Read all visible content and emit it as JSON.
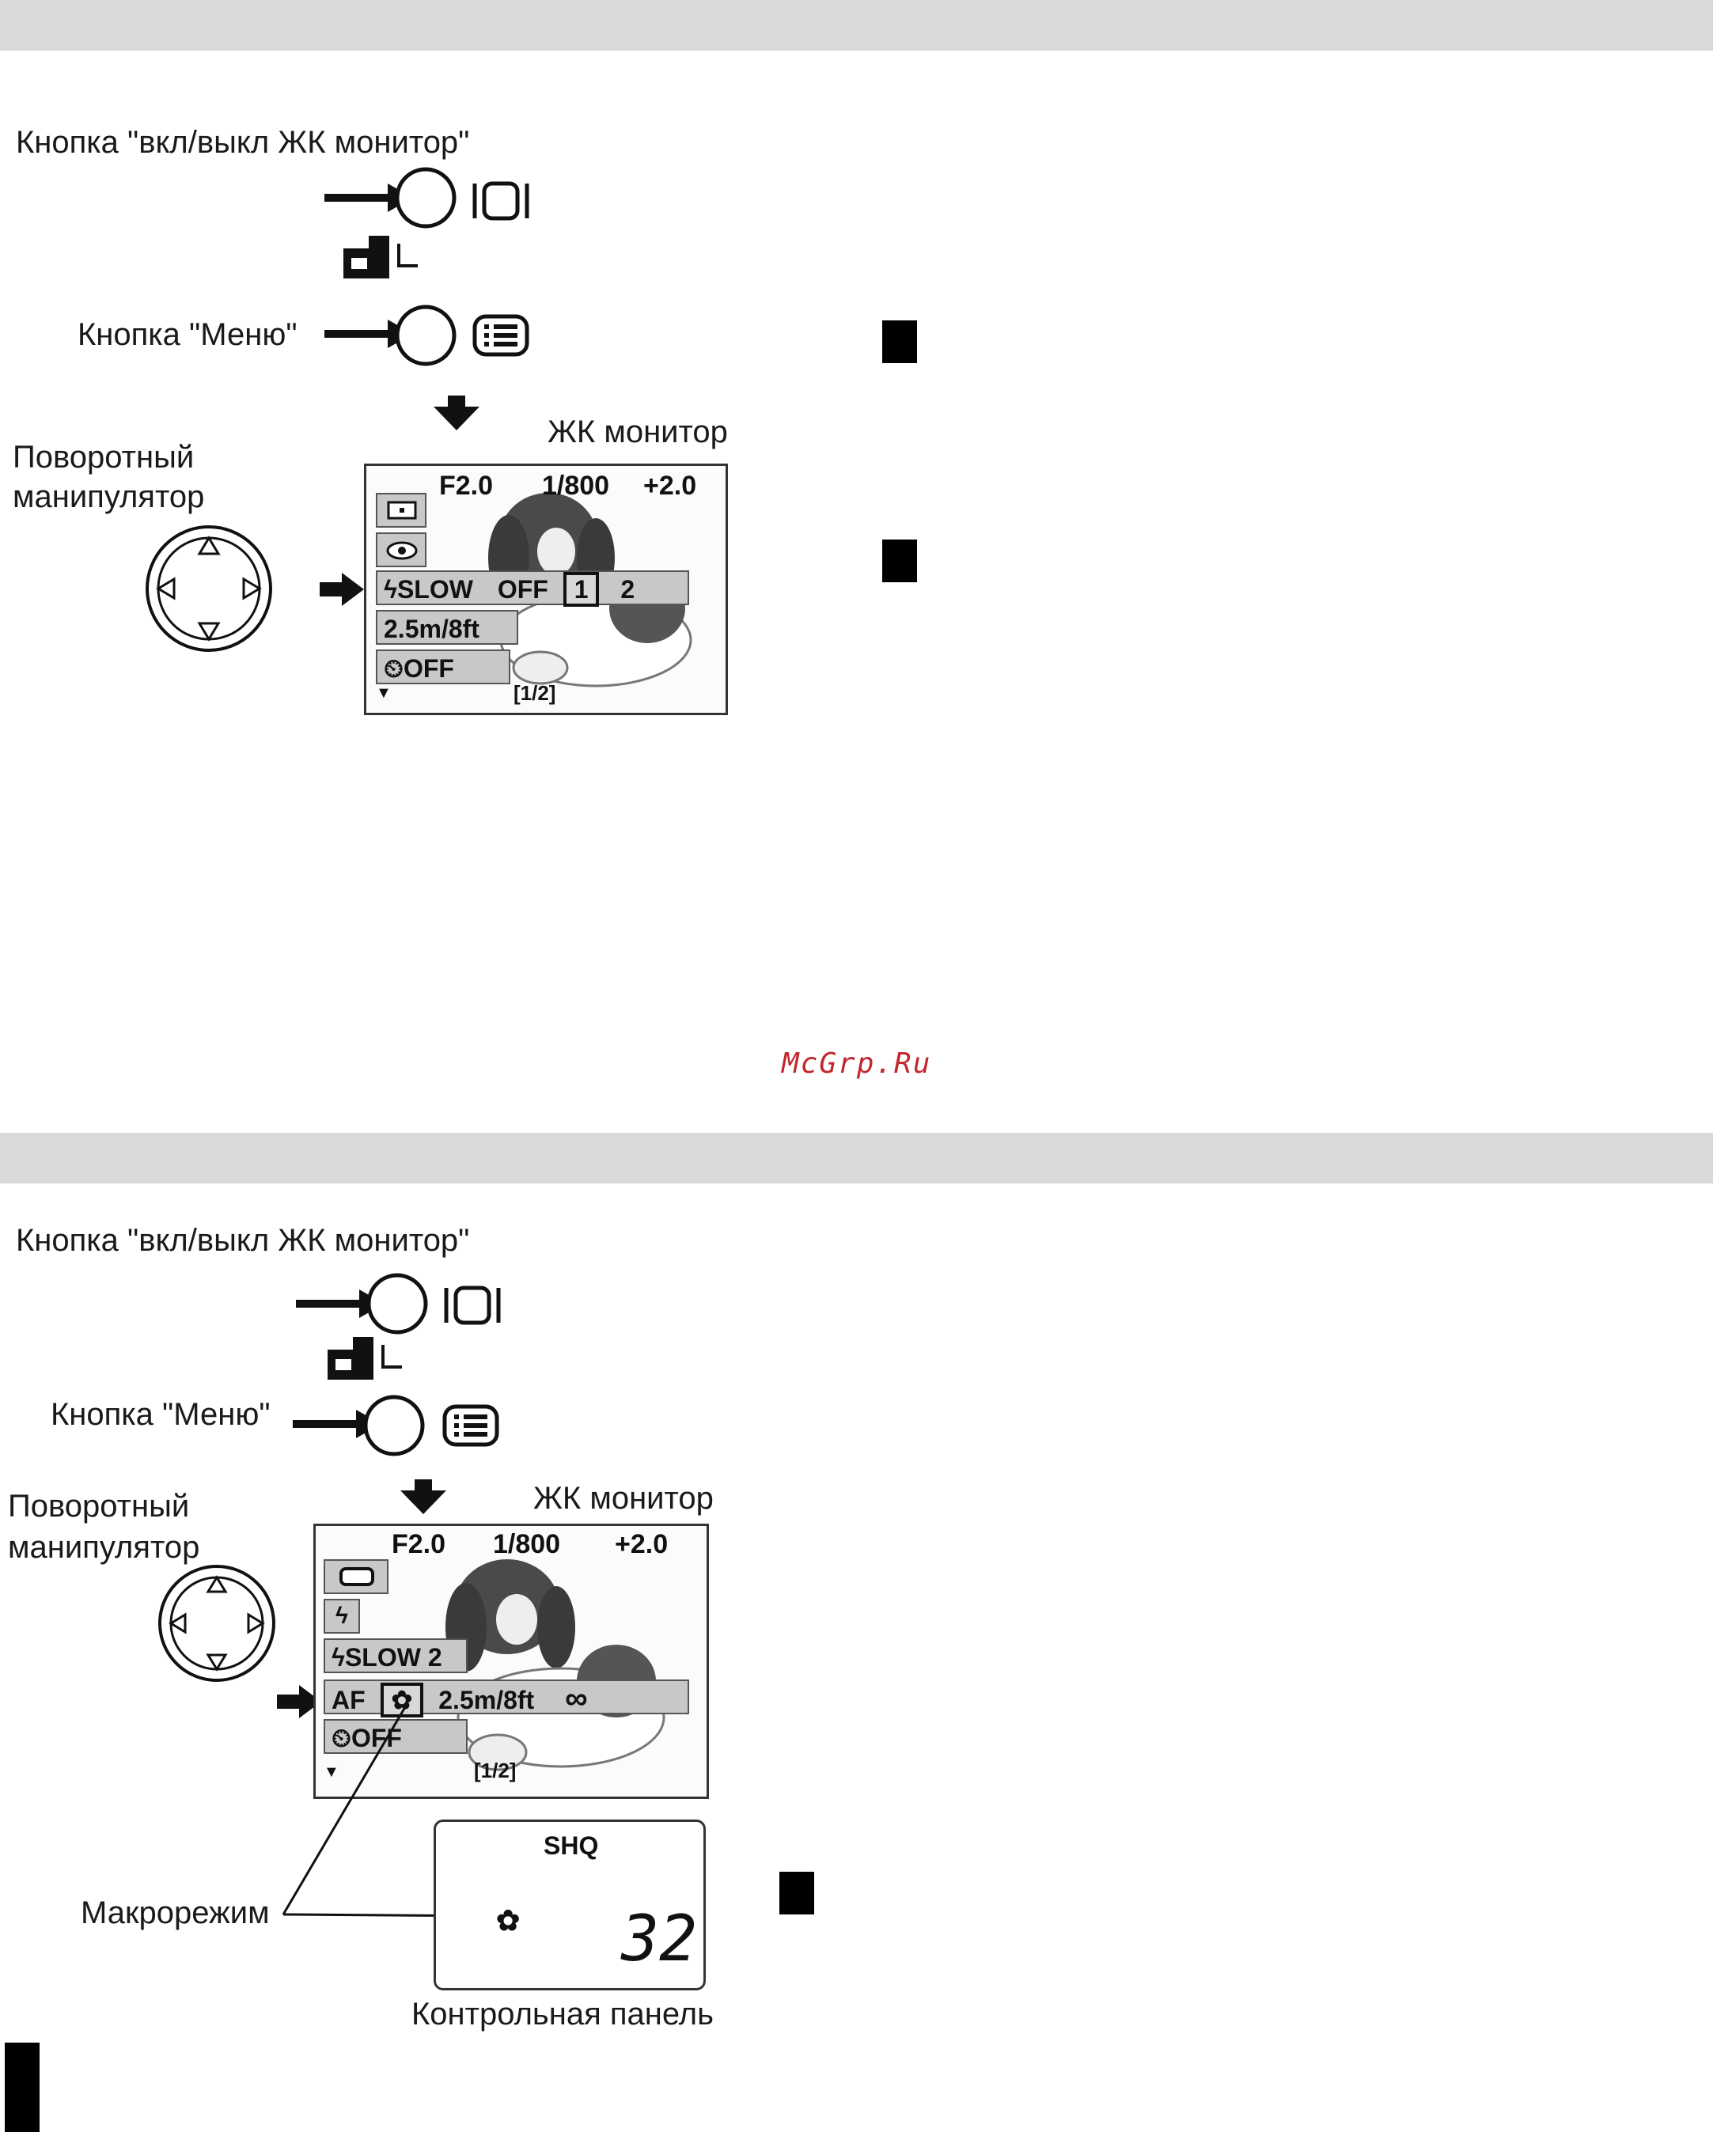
{
  "section1": {
    "lcd_button_label": "Кнопка \"вкл/выкл ЖК монитор\"",
    "menu_button_label": "Кнопка \"Меню\"",
    "dial_label_line1": "Поворотный",
    "dial_label_line2": "манипулятор",
    "monitor_label": "ЖК монитор",
    "lcd": {
      "aperture": "F2.0",
      "shutter": "1/800",
      "exposure": "+2.0",
      "flash_row_mode": "SLOW",
      "flash_row_off": "OFF",
      "flash_row_opt1": "1",
      "flash_row_opt2": "2",
      "distance": "2.5m/8ft",
      "selftimer": "OFF",
      "page": "[1/2]"
    }
  },
  "watermark": "McGrp.Ru",
  "section2": {
    "lcd_button_label": "Кнопка \"вкл/выкл ЖК монитор\"",
    "menu_button_label": "Кнопка \"Меню\"",
    "dial_label_line1": "Поворотный",
    "dial_label_line2": "манипулятор",
    "monitor_label": "ЖК монитор",
    "lcd": {
      "aperture": "F2.0",
      "shutter": "1/800",
      "exposure": "+2.0",
      "flash_slow": "SLOW 2",
      "af": "AF",
      "distance": "2.5m/8ft",
      "infinity": "∞",
      "selftimer": "OFF",
      "page": "[1/2]"
    },
    "macro_label": "Макрорежим",
    "panel": {
      "quality": "SHQ",
      "count": "32"
    },
    "panel_label": "Контрольная панель"
  },
  "colors": {
    "band": "#d9d9d9",
    "watermark": "#c1272d",
    "lcd_row": "#c8c8c8"
  }
}
